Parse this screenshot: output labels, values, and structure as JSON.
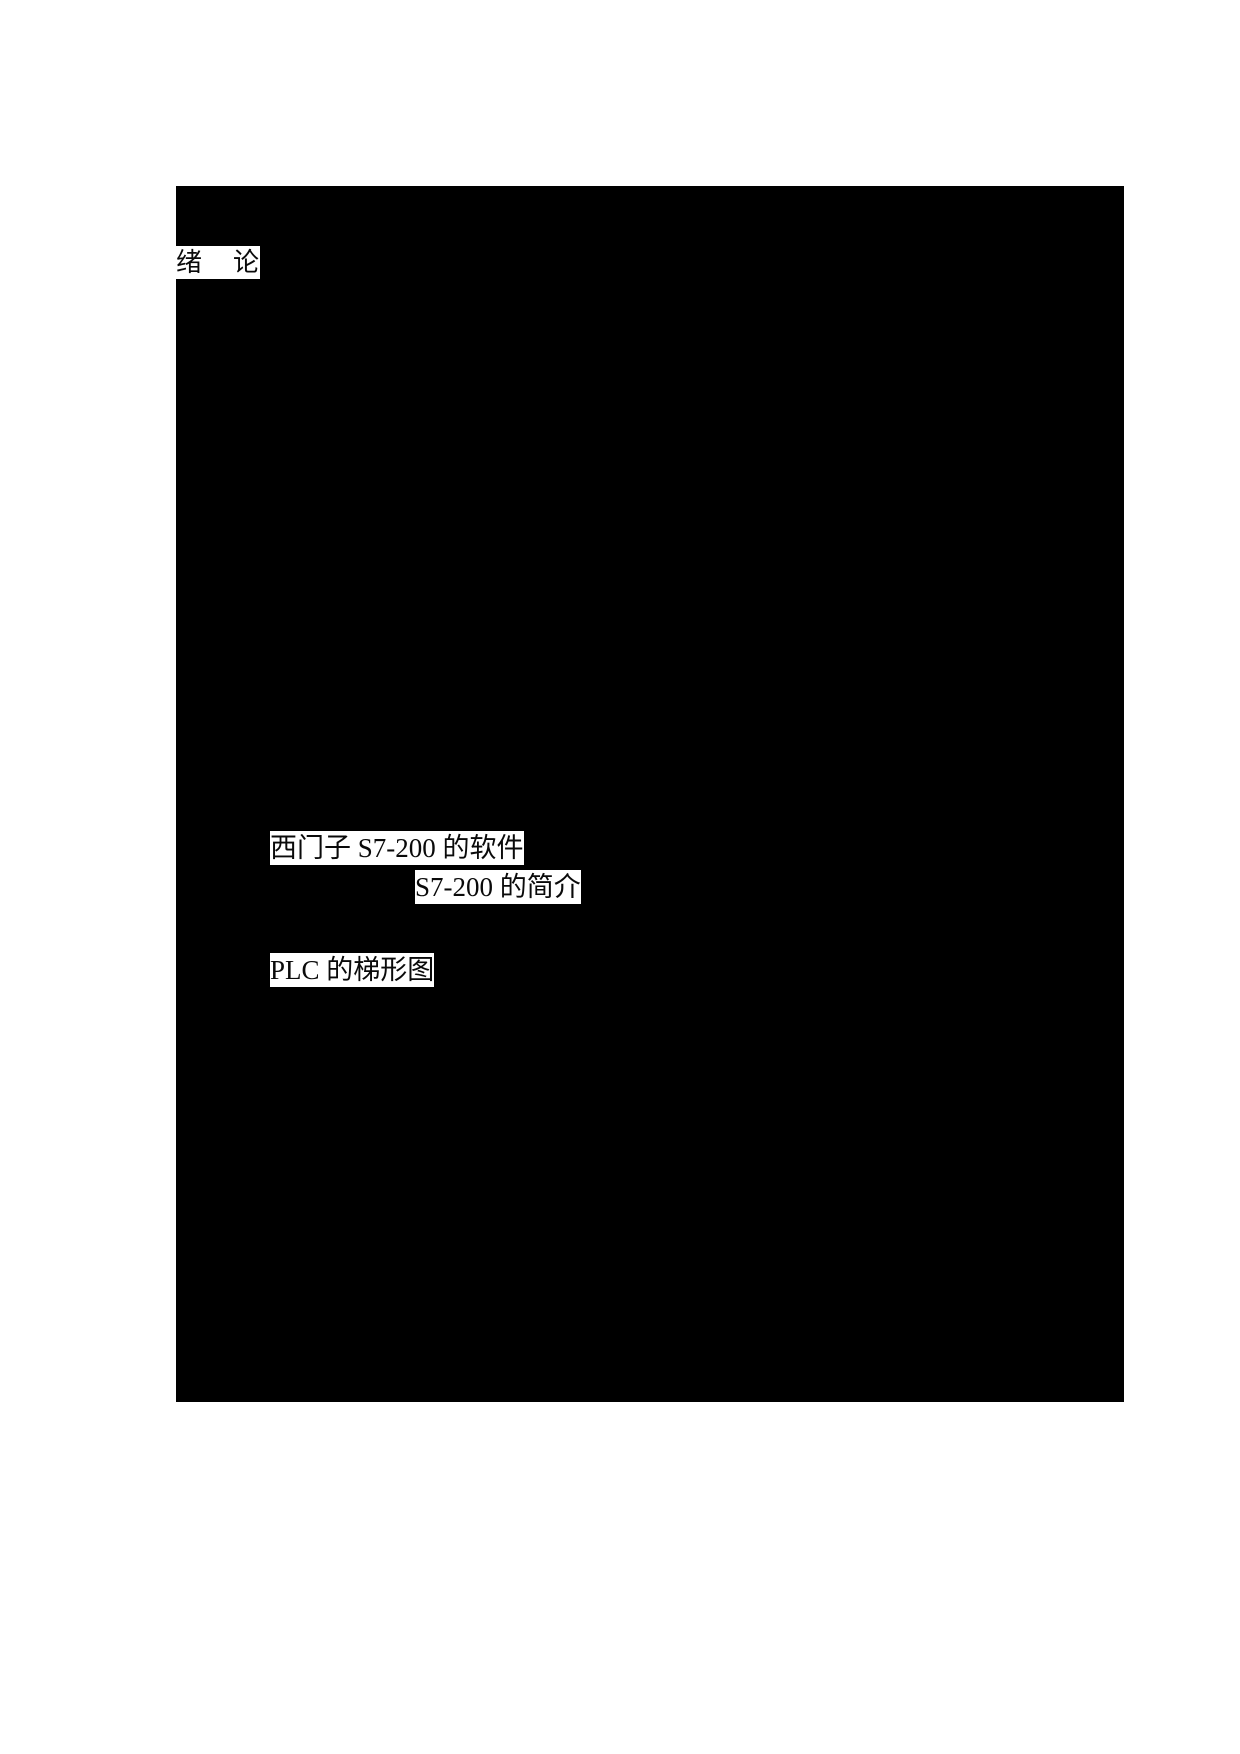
{
  "page": {
    "background_color": "#ffffff",
    "document_block_color": "#000000",
    "text_highlight_color": "#ffffff",
    "text_color": "#000000"
  },
  "document": {
    "lines": [
      {
        "id": "heading",
        "text": "绪    论",
        "role": "section-heading"
      },
      {
        "id": "software",
        "text": "西门子 S7-200 的软件",
        "role": "subsection-heading"
      },
      {
        "id": "intro",
        "text": "S7-200 的简介",
        "role": "subsection-heading"
      },
      {
        "id": "ladder",
        "text": "PLC 的梯形图",
        "role": "subsection-heading"
      }
    ]
  }
}
